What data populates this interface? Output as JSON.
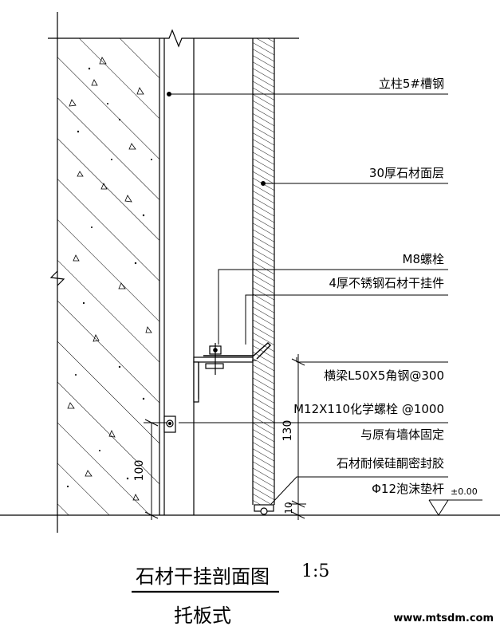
{
  "labels": {
    "column": "立柱5#槽钢",
    "stone_face": "30厚石材面层",
    "bolt": "M8螺栓",
    "hanger": "4厚不锈钢石材干挂件",
    "beam": "横梁L50X5角钢@300",
    "chem_bolt": "M12X110化学螺栓 @1000",
    "fix_wall": "与原有墙体固定",
    "sealant": "石材耐候硅酮密封胶",
    "foam_rod": "Φ12泡沫垫杆"
  },
  "dimensions": {
    "d100": "100",
    "d130": "130",
    "d10": "10",
    "level": "±0.00"
  },
  "title": {
    "main": "石材干挂剖面图",
    "scale": "1:5",
    "sub": "托板式"
  },
  "watermark": "www.mtsdm.com"
}
